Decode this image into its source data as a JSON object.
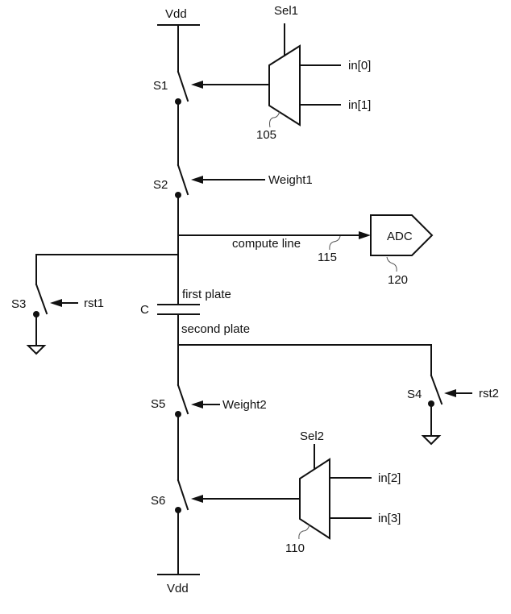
{
  "diagram": {
    "type": "circuit-schematic",
    "supplies": {
      "top": "Vdd",
      "bottom": "Vdd"
    },
    "switches": [
      {
        "id": "S1",
        "label": "S1",
        "control": "mux-105"
      },
      {
        "id": "S2",
        "label": "S2",
        "control": "Weight1"
      },
      {
        "id": "S3",
        "label": "S3",
        "control": "rst1"
      },
      {
        "id": "S4",
        "label": "S4",
        "control": "rst2"
      },
      {
        "id": "S5",
        "label": "S5",
        "control": "Weight2"
      },
      {
        "id": "S6",
        "label": "S6",
        "control": "mux-110"
      }
    ],
    "control_labels": {
      "weight1": "Weight1",
      "weight2": "Weight2",
      "rst1": "rst1",
      "rst2": "rst2"
    },
    "mux1": {
      "ref": "105",
      "select": "Sel1",
      "inputs": [
        "in[0]",
        "in[1]"
      ]
    },
    "mux2": {
      "ref": "110",
      "select": "Sel2",
      "inputs": [
        "in[2]",
        "in[3]"
      ]
    },
    "capacitor": {
      "label": "C",
      "first_plate": "first plate",
      "second_plate": "second plate"
    },
    "compute_line": {
      "label": "compute line",
      "ref": "115"
    },
    "adc": {
      "label": "ADC",
      "ref": "120"
    }
  }
}
